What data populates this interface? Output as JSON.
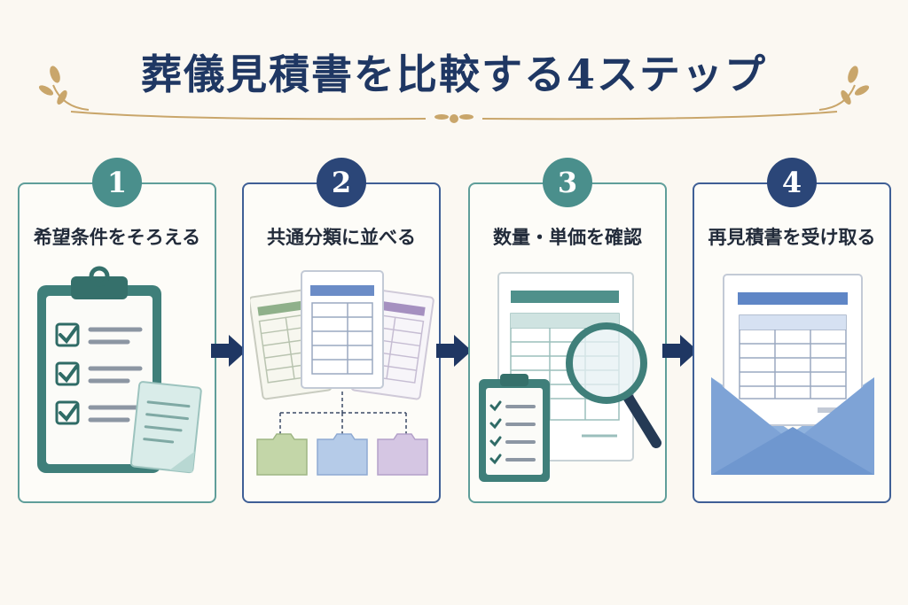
{
  "title": "葬儀見積書を比較する4ステップ",
  "steps": [
    {
      "number": "1",
      "label": "希望条件をそろえる"
    },
    {
      "number": "2",
      "label": "共通分類に並べる"
    },
    {
      "number": "3",
      "label": "数量・単価を確認"
    },
    {
      "number": "4",
      "label": "再見積書を受け取る"
    }
  ],
  "colors": {
    "navy": "#2b4678",
    "teal": "#4a8f8c",
    "gold": "#c9a66b",
    "background": "#fbf8f2"
  },
  "icons": [
    "clipboard-checklist-icon",
    "document-icon",
    "folder-icon",
    "magnifier-icon",
    "envelope-icon",
    "arrow-right-icon"
  ]
}
